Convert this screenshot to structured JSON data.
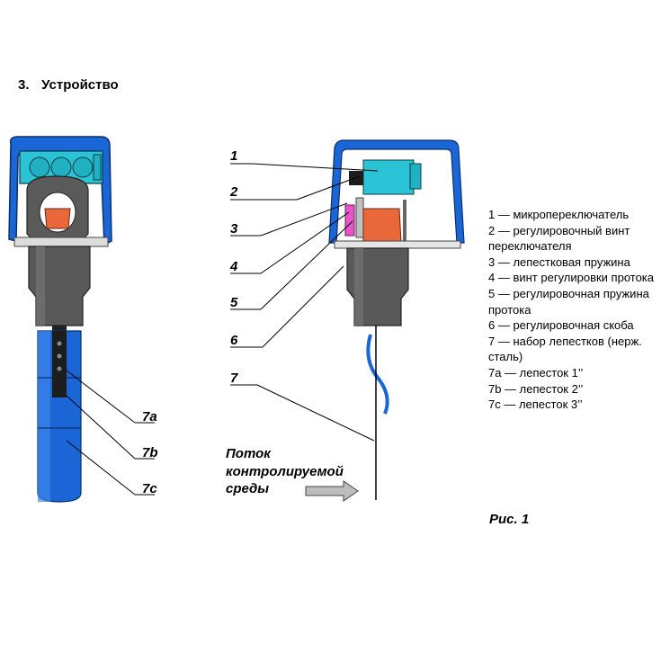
{
  "section": {
    "number": "3.",
    "title": "Устройство"
  },
  "callouts": {
    "c1": "1",
    "c2": "2",
    "c3": "3",
    "c4": "4",
    "c5": "5",
    "c6": "6",
    "c7": "7",
    "c7a": "7a",
    "c7b": "7b",
    "c7c": "7c"
  },
  "legend": [
    "1 — микропереключатель",
    "2 — регулировочный винт переключателя",
    "3 — лепестковая пружина",
    "4 — винт регулировки протока",
    "5 — регулировочная пружина протока",
    "6 — регулировочная скоба",
    "7 — набор лепестков (нерж. сталь)",
    "7a — лепесток 1’’",
    "7b — лепесток 2’’",
    "7c — лепесток 3’’"
  ],
  "flow_label": {
    "line1": "Поток",
    "line2": "контролируемой",
    "line3": "среды"
  },
  "caption": "Рис. 1",
  "colors": {
    "housing_blue": "#1a66d6",
    "cyan": "#2bc4d6",
    "body_gray": "#555555",
    "orange": "#e8683c",
    "pink": "#e855c8"
  }
}
